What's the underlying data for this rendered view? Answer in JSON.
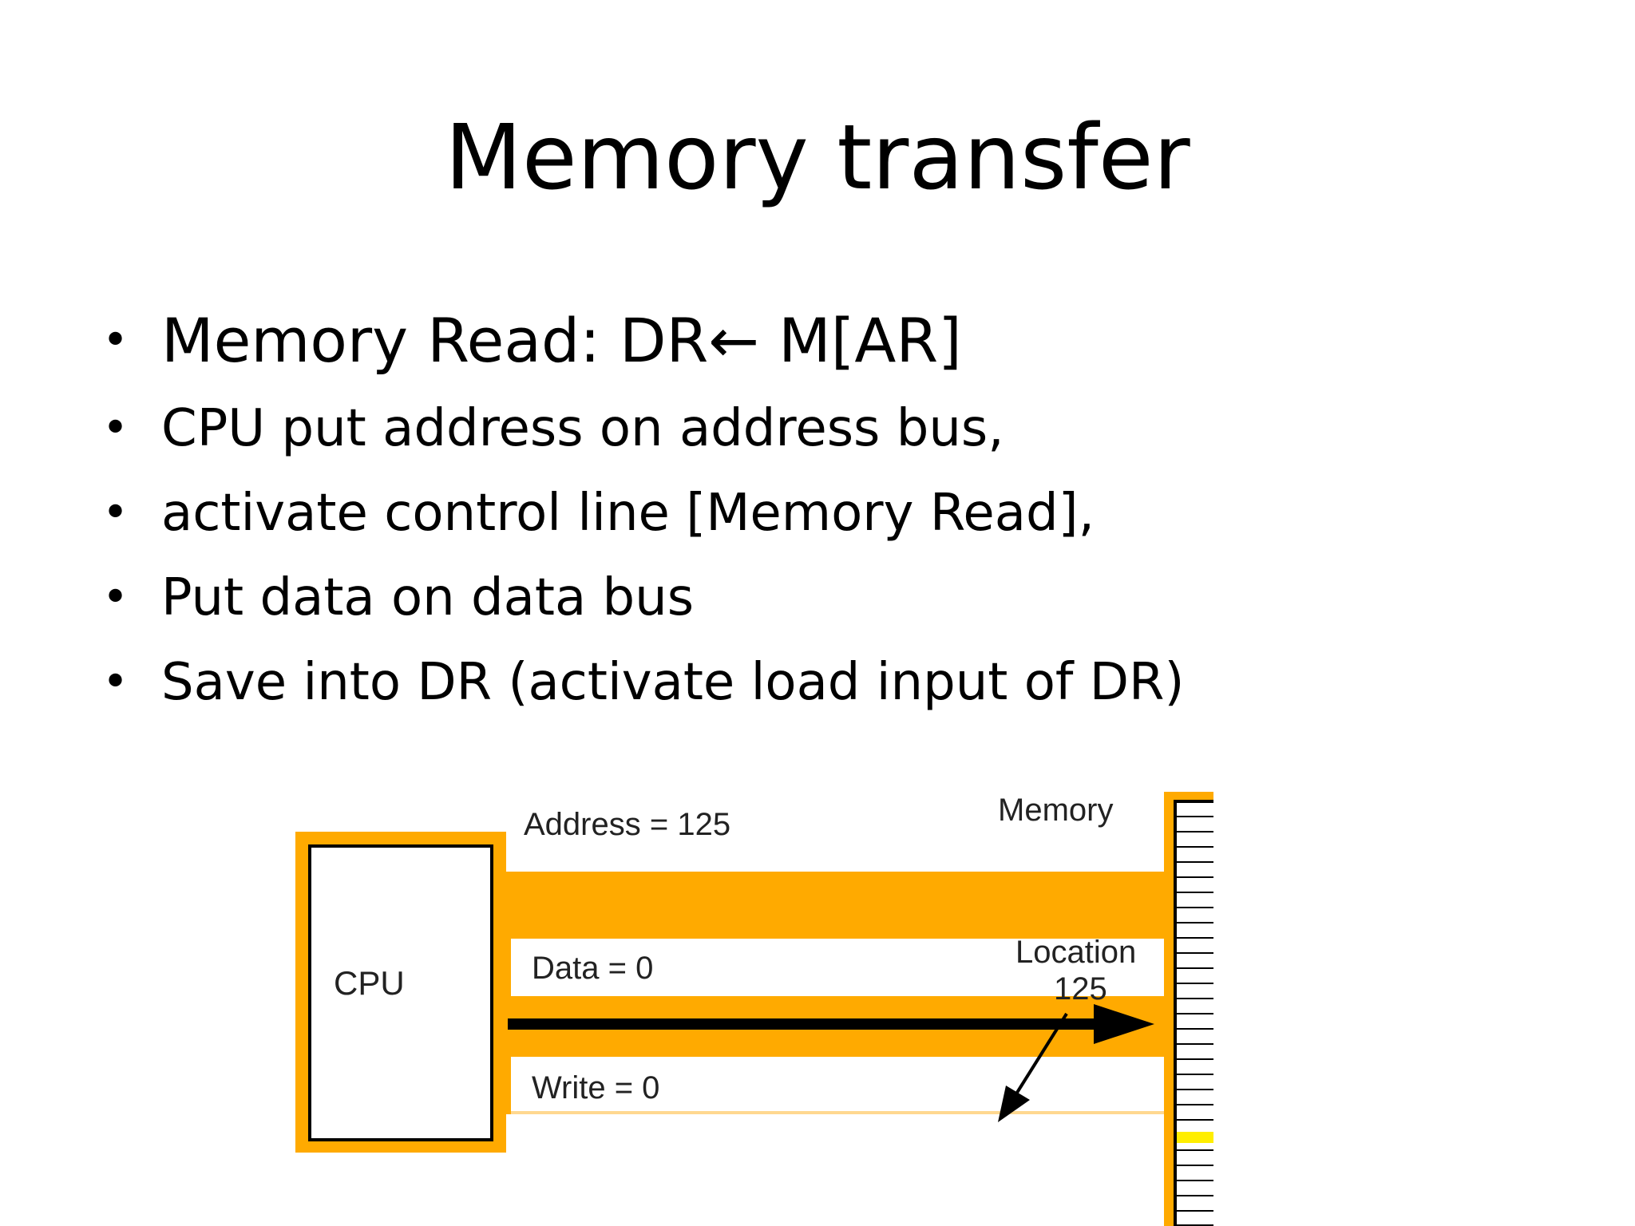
{
  "slide": {
    "title": "Memory transfer",
    "bullets": [
      "Memory Read: DR← M[AR]",
      "CPU put address on address bus,",
      "activate control line [Memory Read],",
      "Put data on data bus",
      "Save into DR (activate load input of DR)"
    ]
  },
  "diagram": {
    "cpu_label": "CPU",
    "address_label": "Address = 125",
    "data_label": "Data = 0",
    "write_label": "Write = 0",
    "memory_label": "Memory",
    "location_label_line1": "Location",
    "location_label_line2": "125",
    "colors": {
      "bus_orange": "#FFAA00",
      "highlight_yellow": "#FFEE00",
      "bus_light": "#FFD890"
    }
  }
}
